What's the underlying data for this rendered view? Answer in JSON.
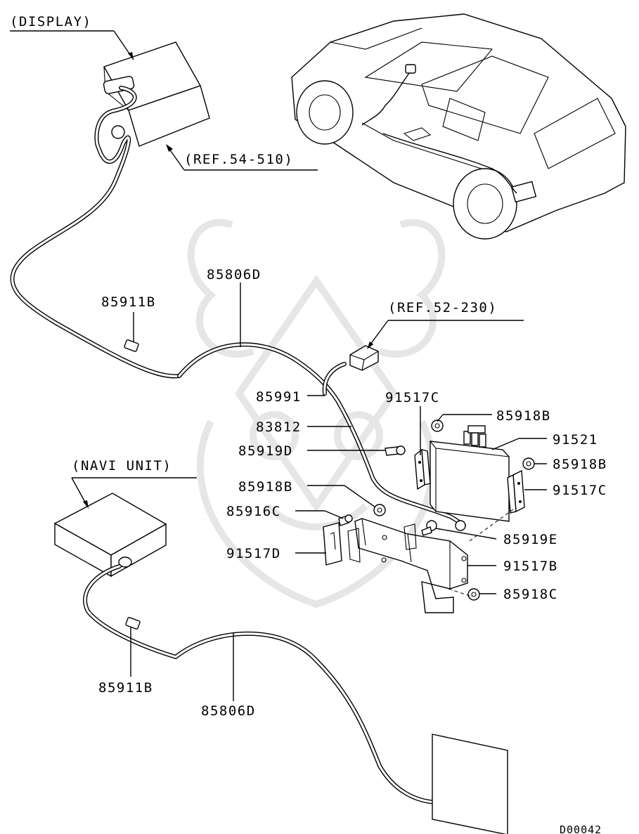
{
  "callouts": {
    "display": "(DISPLAY)",
    "ref_54_510": "(REF.54-510)",
    "ref_52_230": "(REF.52-230)",
    "navi_unit": "(NAVI UNIT)"
  },
  "parts": {
    "p85911b_top": "85911B",
    "p85806d_top": "85806D",
    "p85991": "85991",
    "p83812": "83812",
    "p85919d": "85919D",
    "p91517c_left": "91517C",
    "p85918b_top": "85918B",
    "p91521": "91521",
    "p85918b_right": "85918B",
    "p91517c_right": "91517C",
    "p85918b_mid": "85918B",
    "p85916c": "85916C",
    "p91517d": "91517D",
    "p85919e": "85919E",
    "p91517b": "91517B",
    "p85918c": "85918C",
    "p85911b_bottom": "85911B",
    "p85806d_bottom": "85806D"
  },
  "diagram_code": "D00042"
}
